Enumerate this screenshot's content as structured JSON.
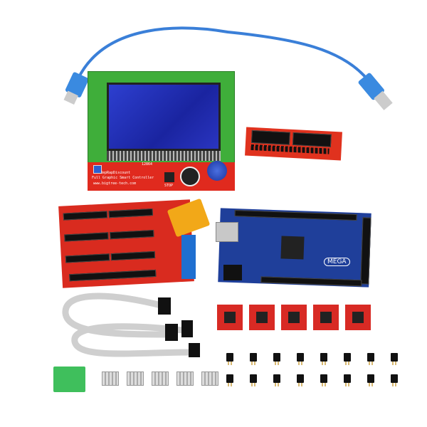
{
  "lcd_board": {
    "model_label": "12864",
    "brand": "RepRapDiscount",
    "product": "Full Graphic Smart Controller",
    "website": "www.bigtree-tech.com",
    "stop_label": "STOP"
  },
  "mega_board": {
    "label": "MEGA"
  },
  "counts": {
    "stepper_drivers": 5,
    "jumpers": 16,
    "heatsinks": 5
  },
  "colors": {
    "usb_cable": "#3a7fd8",
    "lcd_pcb": "#3fae3a",
    "lcd_screen": "#2030c0",
    "red_pcb": "#d92b1f",
    "mega_pcb": "#1f3f9a",
    "fuse": "#f2a818",
    "ribbon": "#d0d0d0"
  }
}
